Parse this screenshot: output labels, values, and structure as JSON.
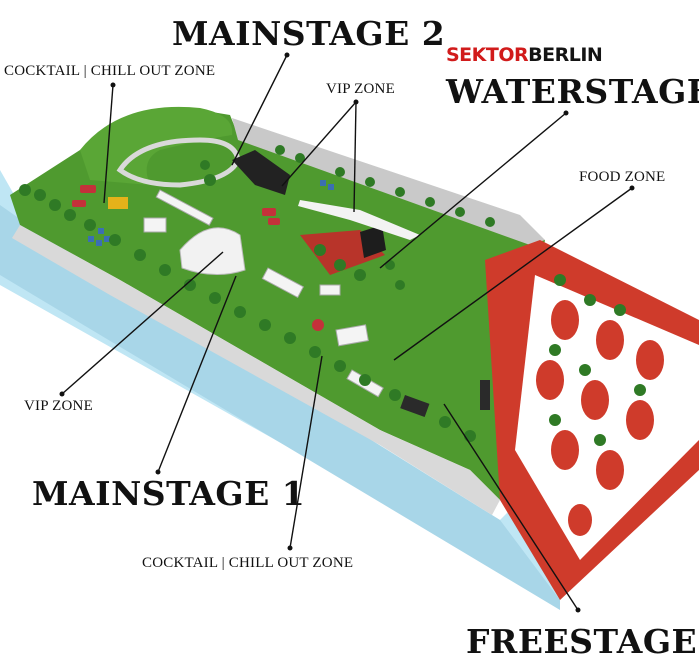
{
  "labels": {
    "mainstage2": "MAINSTAGE 2",
    "mainstage1": "MAINSTAGE 1",
    "freestage": "FREESTAGE",
    "waterstage": "WATERSTAGE",
    "cocktail_top": "COCKTAIL | CHILL OUT ZONE",
    "cocktail_bottom": "COCKTAIL | CHILL OUT ZONE",
    "vip_top": "VIP ZONE",
    "vip_left": "VIP ZONE",
    "food_zone": "FOOD ZONE"
  },
  "logo": {
    "part1": "SEKTOR",
    "part2": "BERLIN",
    "color_primary": "#d11b1b",
    "color_secondary": "#141414"
  },
  "colors": {
    "grass": "#4f9a2f",
    "water": "#bfe6f4",
    "red_zone": "#cf3b2b",
    "path": "#d6d6d6"
  }
}
